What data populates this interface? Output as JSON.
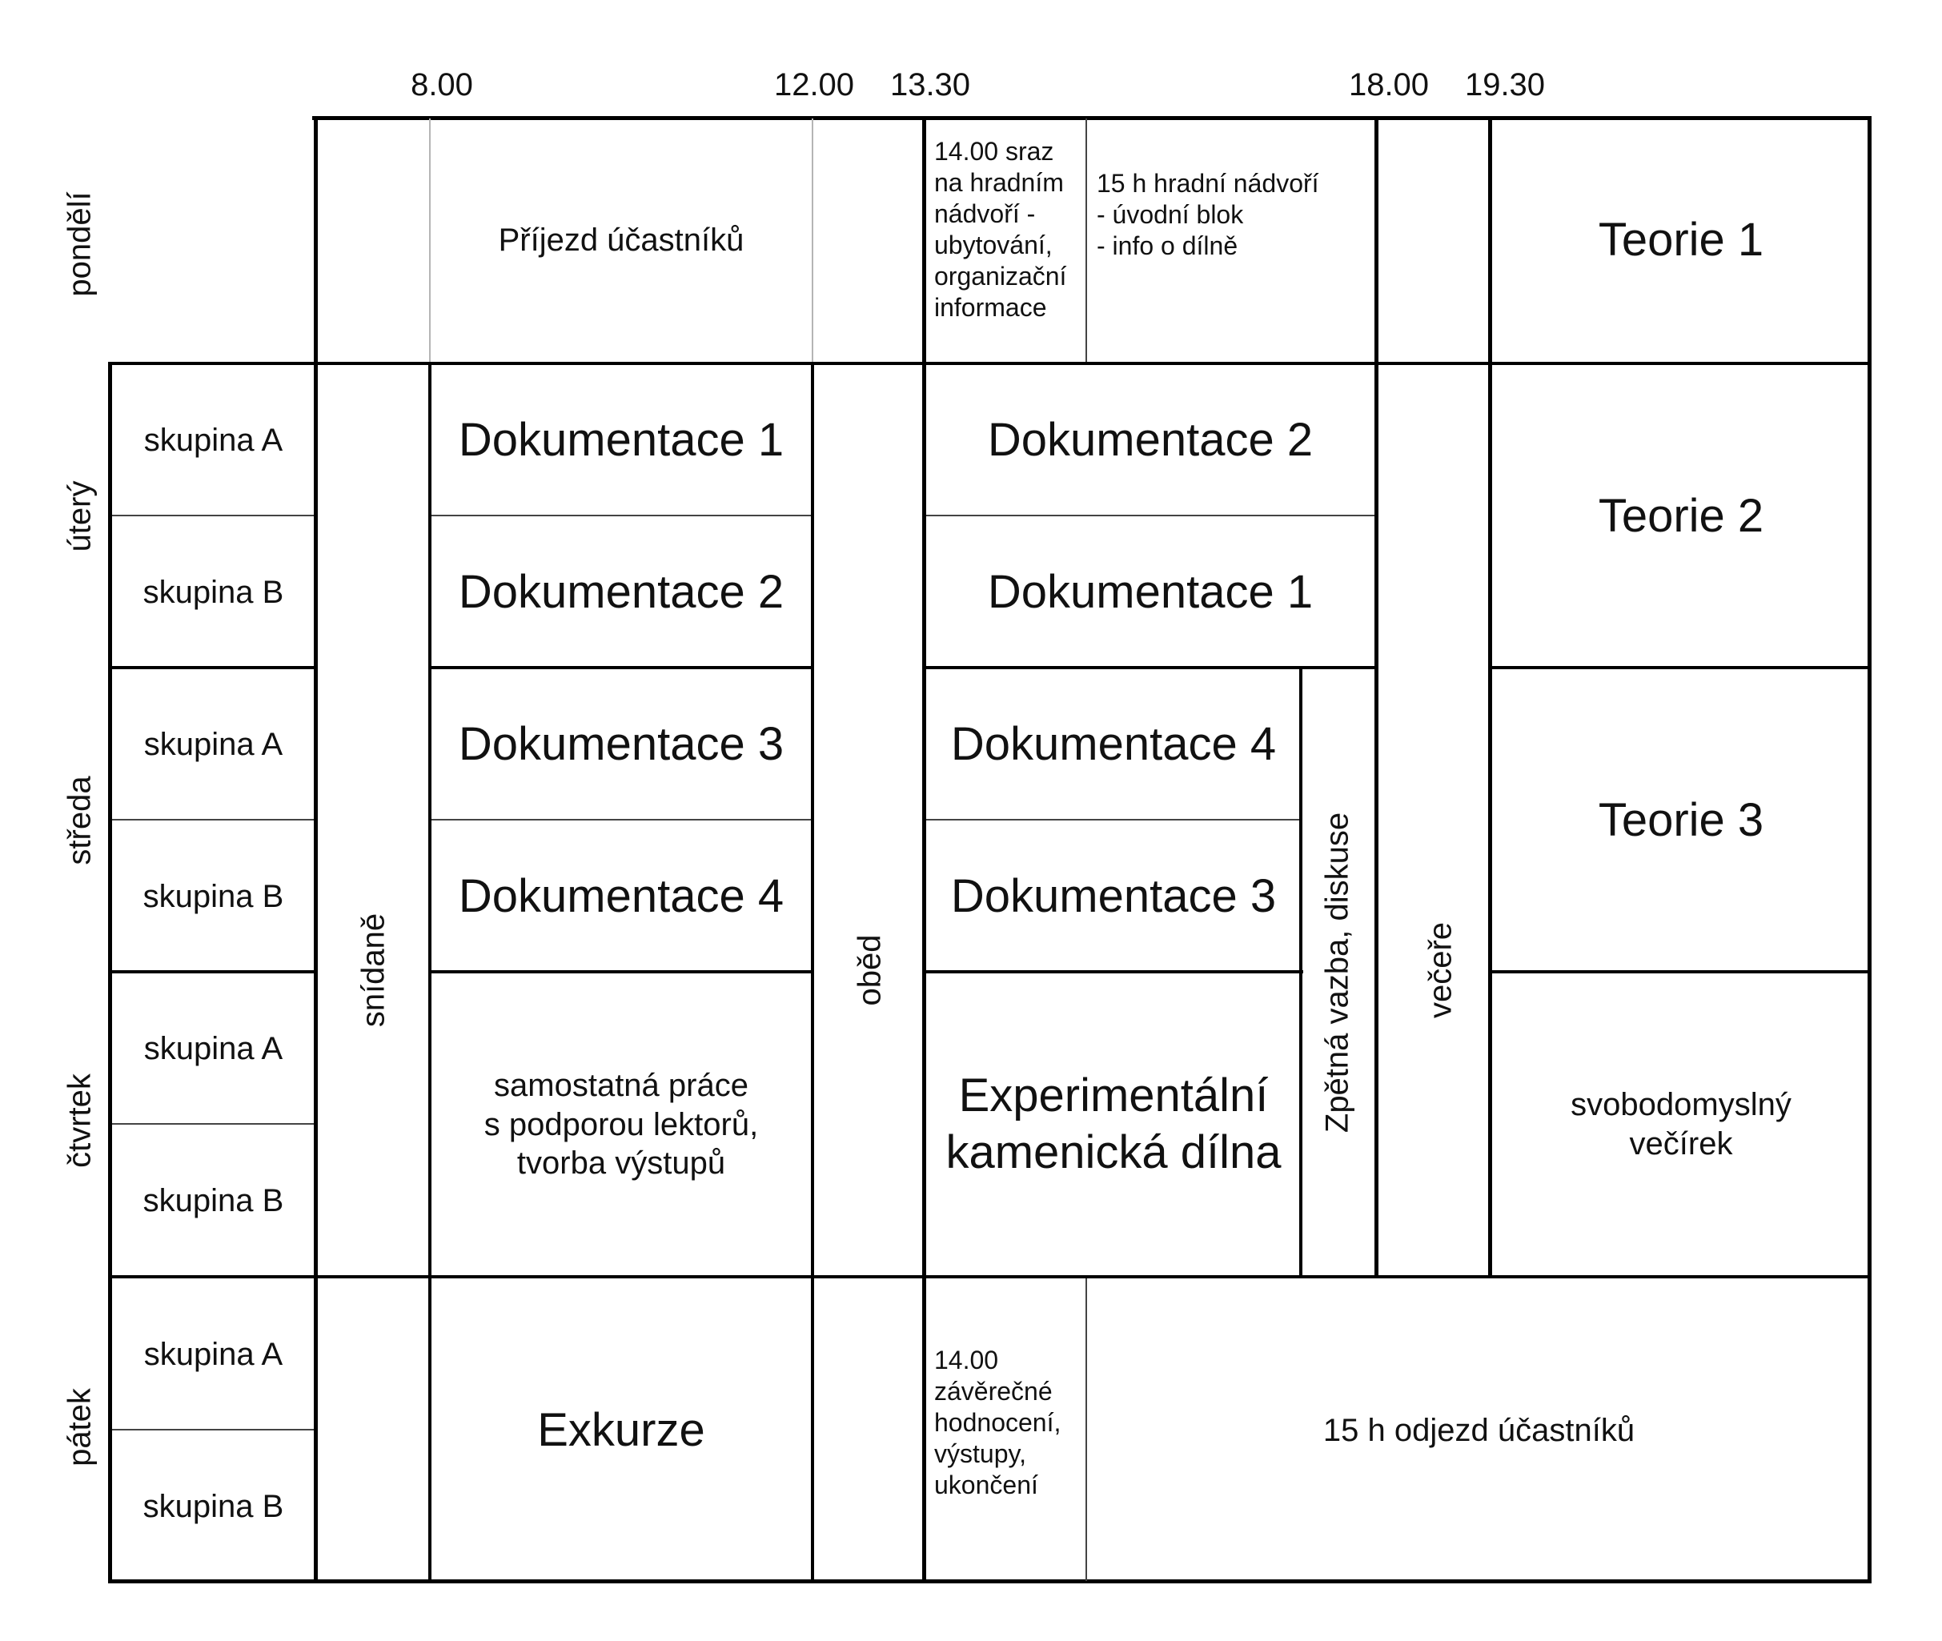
{
  "times": [
    "8.00",
    "12.00",
    "13.30",
    "18.00",
    "19.30"
  ],
  "days": {
    "monday": "pondělí",
    "tuesday": "úterý",
    "wednesday": "středa",
    "thursday": "čtvrtek",
    "friday": "pátek"
  },
  "groups": {
    "a": "skupina A",
    "b": "skupina B"
  },
  "meals": {
    "breakfast": "snídaně",
    "lunch": "oběd",
    "dinner": "večeře"
  },
  "monday": {
    "arrival": "Příjezd účastníků",
    "meeting": "14.00 sraz\nna hradním\nnádvoří -\nubytování,\norganizační\ninformace",
    "intro": "15 h hradní nádvoří\n- úvodní blok\n- info o dílně",
    "theory": "Teorie 1"
  },
  "tuesday": {
    "morning_a": "Dokumentace 1",
    "morning_b": "Dokumentace 2",
    "afternoon_a": "Dokumentace 2",
    "afternoon_b": "Dokumentace 1",
    "theory": "Teorie 2"
  },
  "wednesday": {
    "morning_a": "Dokumentace 3",
    "morning_b": "Dokumentace 4",
    "afternoon_a": "Dokumentace 4",
    "afternoon_b": "Dokumentace 3",
    "theory": "Teorie 3"
  },
  "feedback": "Zpětná vazba, diskuse",
  "thursday": {
    "morning": "samostatná práce\ns podporou lektorů,\ntvorba výstupů",
    "afternoon": "Experimentální\nkamenická dílna",
    "evening": "svobodomyslný\nvečírek"
  },
  "friday": {
    "morning": "Exkurze",
    "closing": "14.00\nzávěrečné\nhodnocení,\nvýstupy,\nukončení",
    "departure": "15 h  odjezd účastníků"
  }
}
